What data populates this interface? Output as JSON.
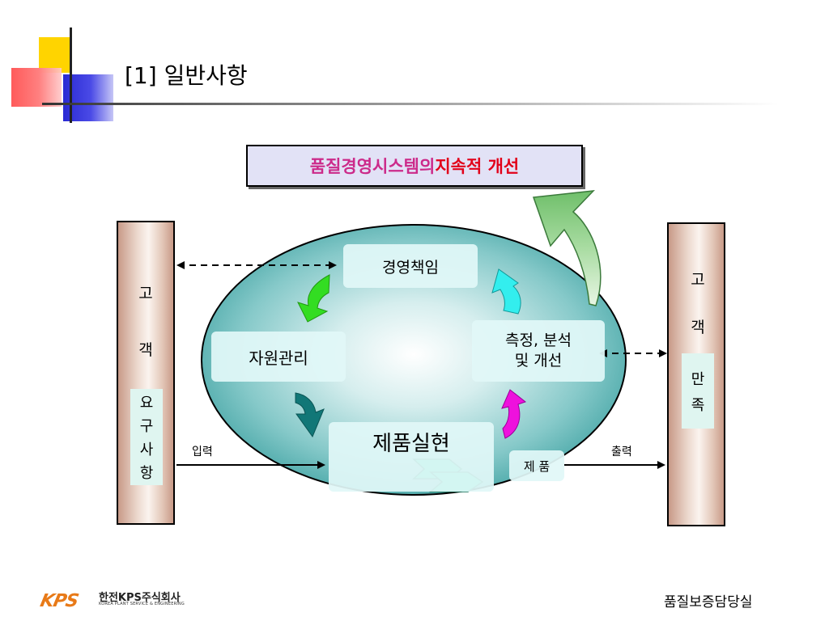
{
  "header": {
    "title": "[1]  일반사항"
  },
  "top_box": {
    "text_part1": "품질경영시스템의 ",
    "text_part2": "지속적 개선"
  },
  "left_column": {
    "chars": [
      "고",
      "객"
    ],
    "sub_chars": [
      "요",
      "구",
      "사",
      "항"
    ]
  },
  "right_column": {
    "chars": [
      "고",
      "객"
    ],
    "sub_chars": [
      "만",
      "족"
    ]
  },
  "cycle": {
    "management": "경영책임",
    "resources": "자원관리",
    "measurement_line1": "측정, 분석",
    "measurement_line2": "및 개선",
    "product_realization": "제품실현",
    "product": "제 품"
  },
  "labels": {
    "input": "입력",
    "output": "출력"
  },
  "footer": {
    "logo_mark": "KPS",
    "logo_name": "한전KPS주식회사",
    "logo_sub": "KOREA PLANT SERVICE & ENGINEERING",
    "department": "품질보증담당실"
  },
  "colors": {
    "ellipse_center": "#ffffff",
    "ellipse_edge": "#4aa8a8",
    "arrow_green": "#33dd22",
    "arrow_teal": "#117777",
    "arrow_magenta": "#ee11dd",
    "arrow_cyan": "#33eeee",
    "arrow_product": "#22ddaa",
    "improve_arrow": "#8fcf88"
  }
}
